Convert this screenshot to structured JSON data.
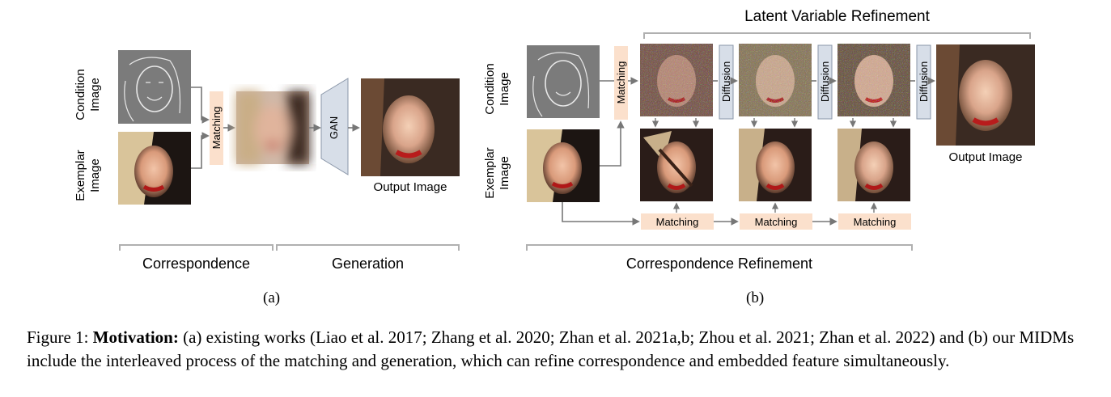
{
  "panel_a": {
    "condition_label": "Condition\nImage",
    "exemplar_label": "Exemplar\nImage",
    "matching": "Matching",
    "gan": "GAN",
    "output_label": "Output Image",
    "bracket_left": "Correspondence",
    "bracket_right": "Generation",
    "sub_label": "(a)"
  },
  "panel_b": {
    "title": "Latent Variable Refinement",
    "condition_label": "Condition\nImage",
    "exemplar_label": "Exemplar\nImage",
    "matching": "Matching",
    "diffusion": "Diffusion",
    "matching_bottom": [
      "Matching",
      "Matching",
      "Matching"
    ],
    "output_label": "Output Image",
    "bracket_bottom": "Correspondence Refinement",
    "sub_label": "(b)"
  },
  "caption": {
    "prefix": "Figure 1: ",
    "bold": "Motivation:",
    "text": " (a) existing works (Liao et al. 2017; Zhang et al. 2020; Zhan et al. 2021a,b; Zhou et al. 2021; Zhan et al. 2022) and (b) our MIDMs include the interleaved process of the matching and generation, which can refine correspondence and embedded feature simultaneously."
  },
  "colors": {
    "matching_fill": "#fbe0cc",
    "diffusion_fill": "#d7dee8",
    "arrow": "#777777",
    "bracket": "#b0b0b0"
  }
}
